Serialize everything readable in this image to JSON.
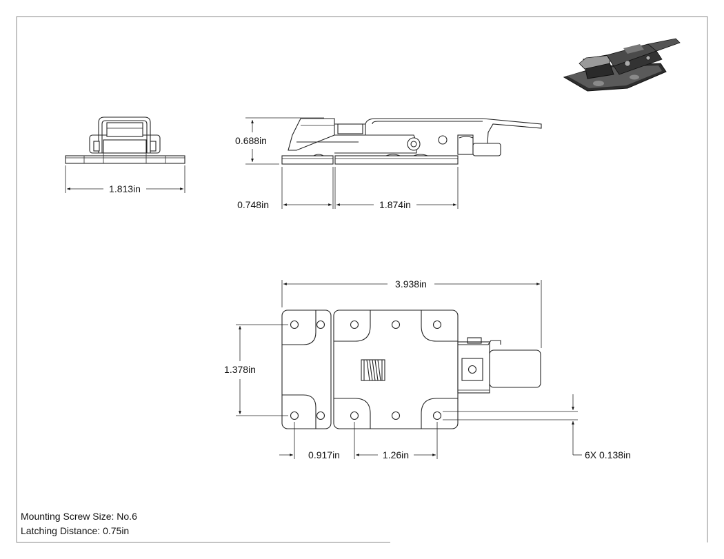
{
  "dimensions": {
    "front_width": "1.813in",
    "side_height": "0.688in",
    "side_left_width": "0.748in",
    "side_right_width": "1.874in",
    "top_overall_width": "3.938in",
    "top_hole_vertical": "1.378in",
    "top_hole_left": "0.917in",
    "top_hole_right": "1.26in",
    "hole_diameter": "6X 0.138in"
  },
  "notes": {
    "screw_size": "Mounting Screw Size: No.6",
    "latching_distance": "Latching Distance: 0.75in"
  },
  "colors": {
    "line": "#222222",
    "iso_dark": "#3a3a3a",
    "iso_mid": "#6a6a6a",
    "iso_light": "#9a9a9a"
  }
}
